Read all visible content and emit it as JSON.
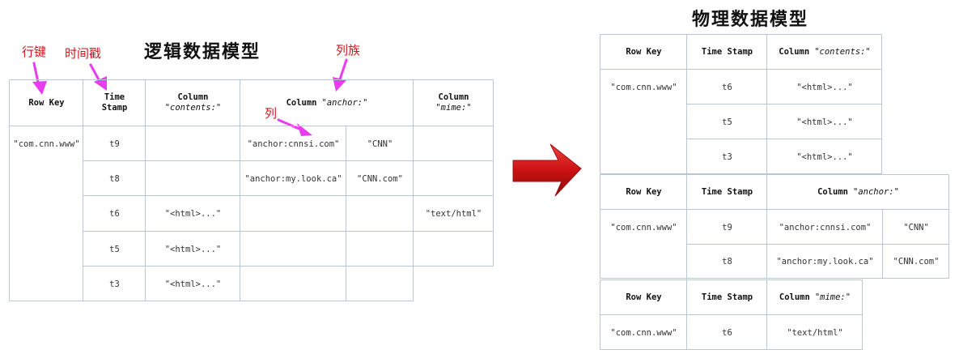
{
  "logical": {
    "title": "逻辑数据模型",
    "annotations": {
      "row_key": "行键",
      "timestamp": "时间戳",
      "column_family": "列族",
      "column": "列"
    },
    "headers": {
      "row_key": "Row Key",
      "time1": "Time",
      "time2": "Stamp",
      "contents1": "Column",
      "contents2": "\"contents:\"",
      "anchor1": "Column",
      "anchor2": "\"anchor:\"",
      "mime1": "Column",
      "mime2": "\"mime:\""
    },
    "row_key": "\"com.cnn.www\"",
    "rows": [
      {
        "ts": "t9",
        "contents": "",
        "anchor_col": "\"anchor:cnnsi.com\"",
        "anchor_val": "\"CNN\"",
        "mime": ""
      },
      {
        "ts": "t8",
        "contents": "",
        "anchor_col": "\"anchor:my.look.ca\"",
        "anchor_val": "\"CNN.com\"",
        "mime": ""
      },
      {
        "ts": "t6",
        "contents": "\"<html>...\"",
        "anchor_col": "",
        "anchor_val": "",
        "mime": "\"text/html\""
      },
      {
        "ts": "t5",
        "contents": "\"<html>...\"",
        "anchor_col": "",
        "anchor_val": "",
        "mime": ""
      },
      {
        "ts": "t3",
        "contents": "\"<html>...\"",
        "anchor_col": "",
        "anchor_val": "",
        "mime": ""
      }
    ]
  },
  "physical": {
    "title": "物理数据模型",
    "contents_table": {
      "h_row_key": "Row Key",
      "h_ts": "Time Stamp",
      "h_col": "Column",
      "h_col_qual": "\"contents:\"",
      "row_key": "\"com.cnn.www\"",
      "rows": [
        {
          "ts": "t6",
          "value": "\"<html>...\""
        },
        {
          "ts": "t5",
          "value": "\"<html>...\""
        },
        {
          "ts": "t3",
          "value": "\"<html>...\""
        }
      ]
    },
    "anchor_table": {
      "h_row_key": "Row Key",
      "h_ts": "Time Stamp",
      "h_col": "Column",
      "h_col_qual": "\"anchor:\"",
      "row_key": "\"com.cnn.www\"",
      "rows": [
        {
          "ts": "t9",
          "col": "\"anchor:cnnsi.com\"",
          "value": "\"CNN\""
        },
        {
          "ts": "t8",
          "col": "\"anchor:my.look.ca\"",
          "value": "\"CNN.com\""
        }
      ]
    },
    "mime_table": {
      "h_row_key": "Row Key",
      "h_ts": "Time Stamp",
      "h_col": "Column",
      "h_col_qual": "\"mime:\"",
      "row_key": "\"com.cnn.www\"",
      "rows": [
        {
          "ts": "t6",
          "value": "\"text/html\""
        }
      ]
    }
  },
  "colors": {
    "grid": "#b8c6d6",
    "annotation": "#d0181f",
    "pointer": "#e83cf0",
    "arrow": "#cc1111"
  }
}
